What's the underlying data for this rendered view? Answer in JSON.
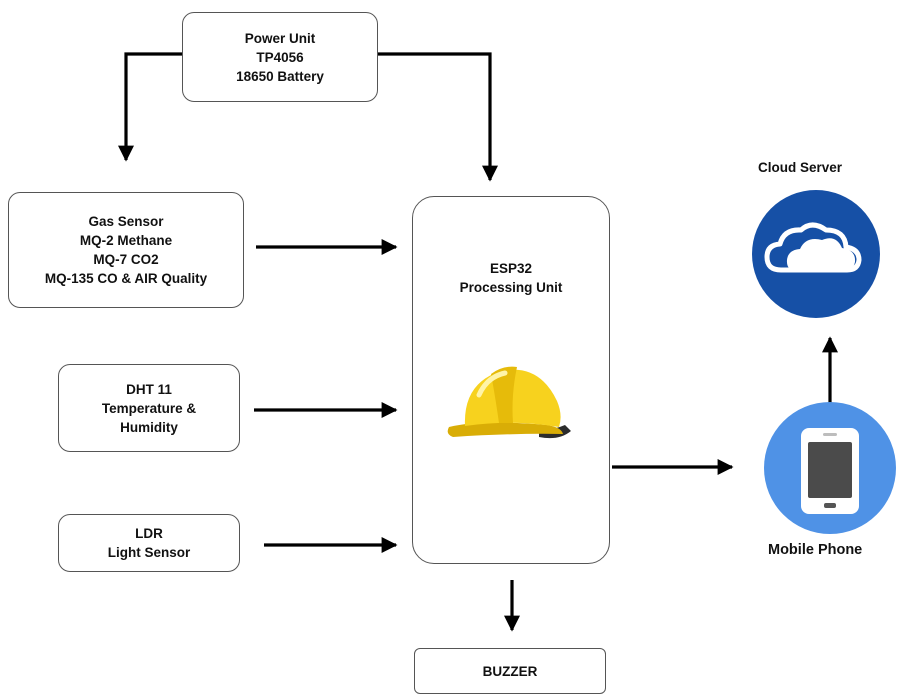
{
  "power_unit": {
    "lines": [
      "Power Unit",
      "TP4056",
      "18650 Battery"
    ]
  },
  "gas_sensor": {
    "lines": [
      "Gas Sensor",
      "MQ-2 Methane",
      "MQ-7 CO2",
      "MQ-135 CO & AIR Quality"
    ]
  },
  "dht_sensor": {
    "lines": [
      "DHT 11",
      "Temperature &",
      "Humidity"
    ]
  },
  "ldr_sensor": {
    "lines": [
      "LDR",
      "Light Sensor"
    ]
  },
  "esp32": {
    "lines": [
      "ESP32",
      "Processing Unit"
    ],
    "icon": "hard-hat-icon"
  },
  "buzzer": {
    "label": "BUZZER"
  },
  "cloud_server": {
    "label": "Cloud Server",
    "icon": "cloud-icon",
    "color": "#1650a6"
  },
  "mobile_phone": {
    "label": "Mobile Phone",
    "icon": "smartphone-icon",
    "color": "#4f92e6"
  },
  "colors": {
    "box_border": "#555555",
    "arrow": "#000000",
    "hat_yellow": "#f7d21e"
  }
}
